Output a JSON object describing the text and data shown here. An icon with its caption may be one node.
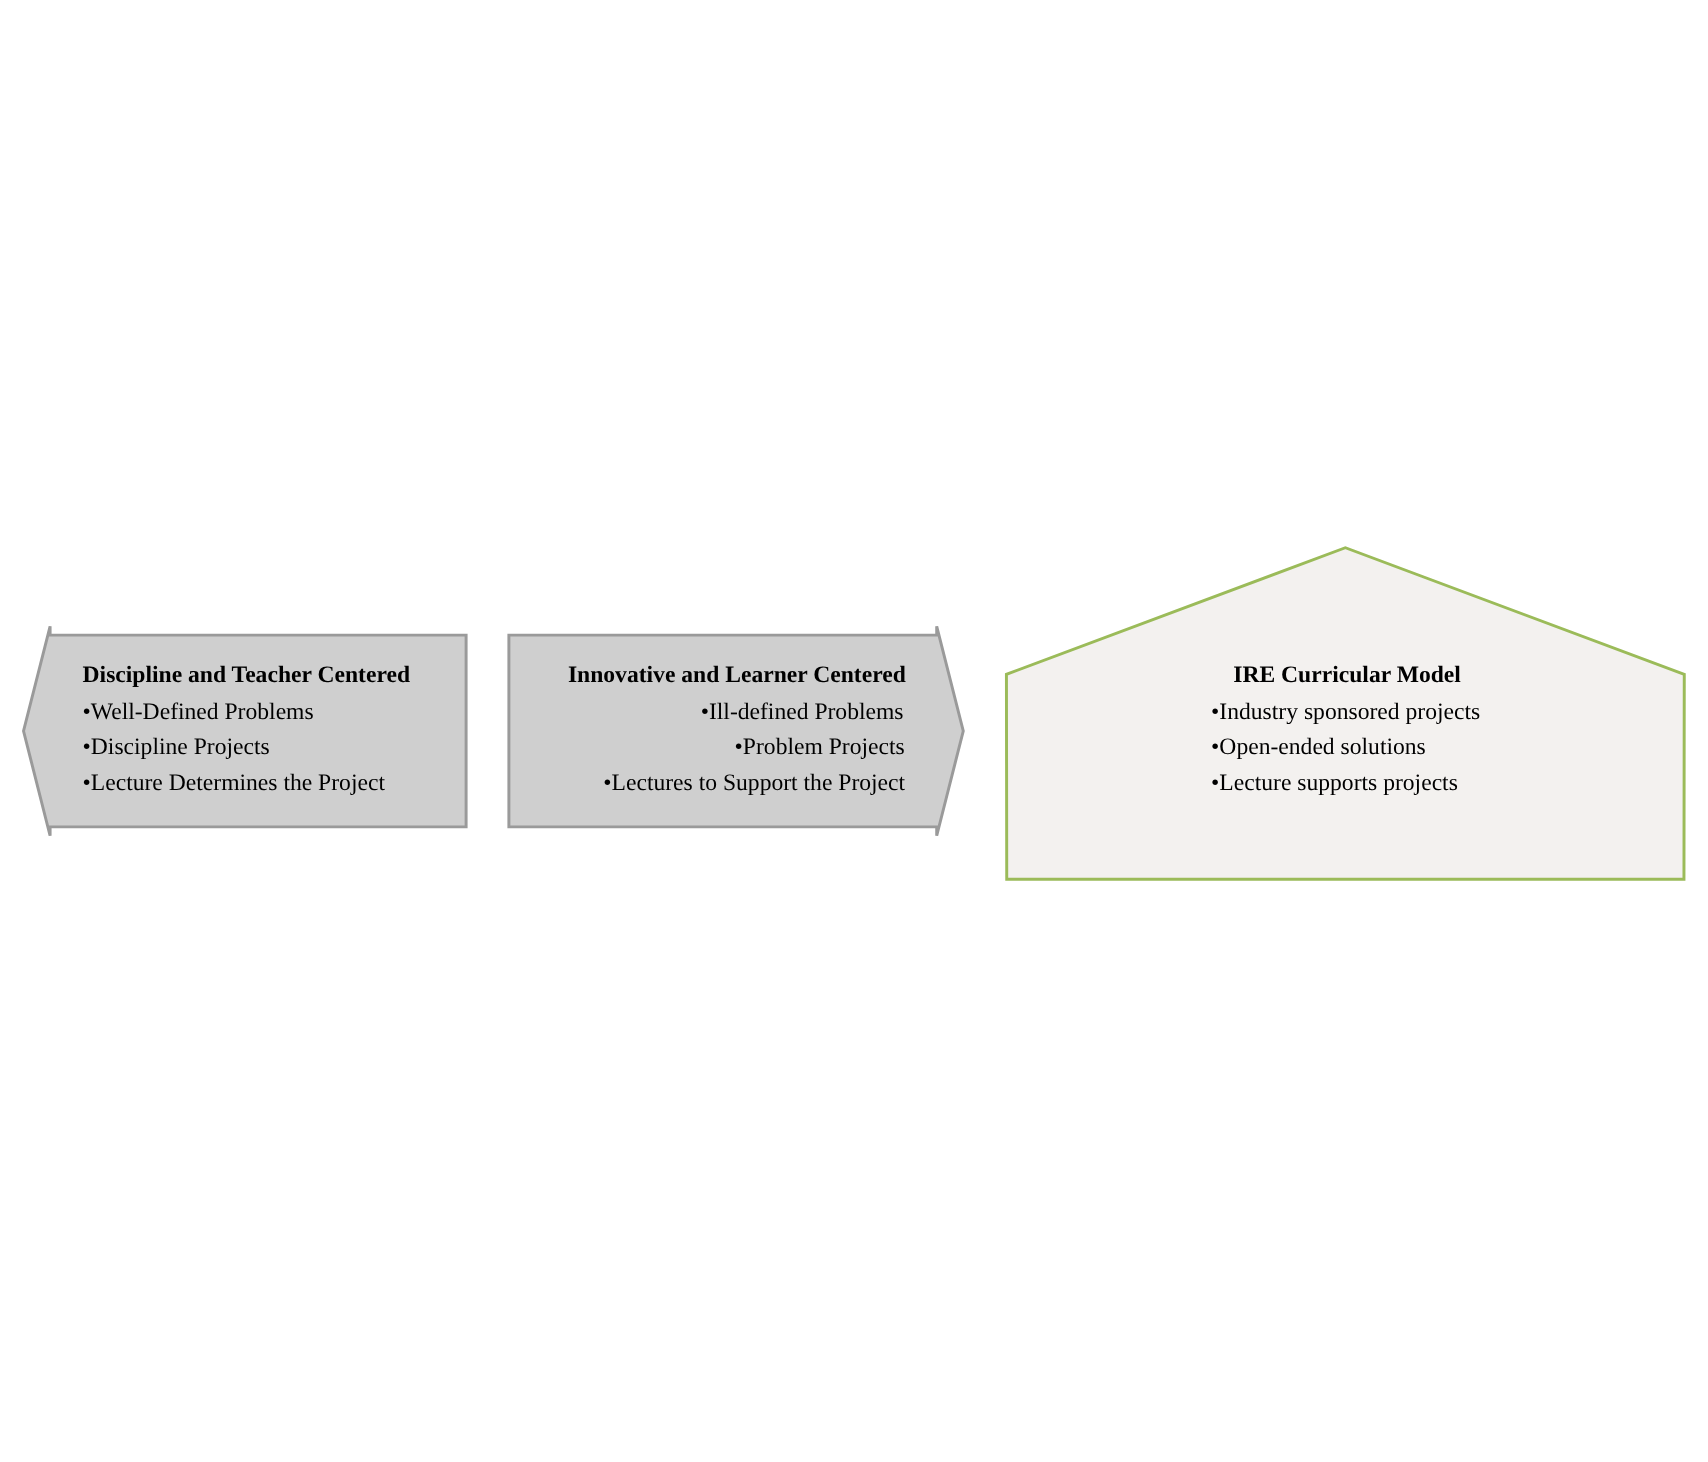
{
  "diagram": {
    "nodes": [
      {
        "text": [
          "Discipline and Teacher Centered",
          "•Well-Defined Problems",
          "•Discipline Projects",
          "•Lecture Determines the Project"
        ]
      },
      {
        "text": [
          "Innovative and Learner Centered",
          "•Ill-defined Problems",
          "•Problem Projects",
          "•Lectures to Support the Project"
        ]
      },
      {
        "text": [
          "IRE Curricular Model",
          "•Industry sponsored projects",
          "•Open-ended solutions",
          "•Lecture supports projects"
        ]
      }
    ]
  }
}
